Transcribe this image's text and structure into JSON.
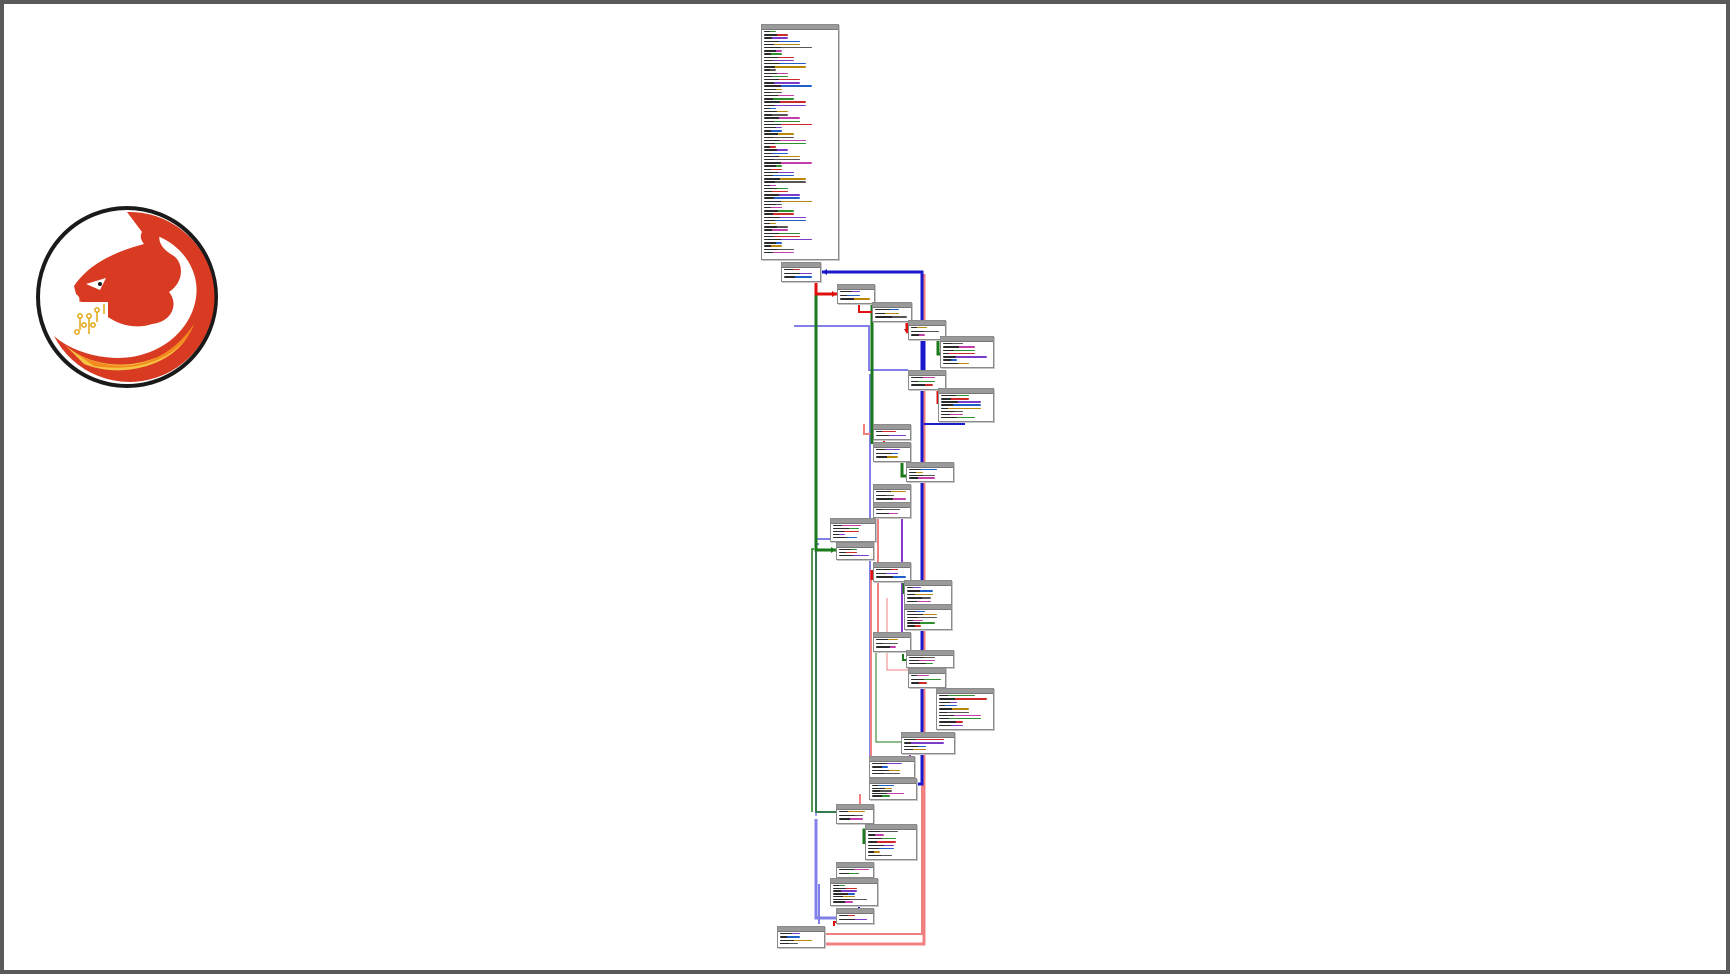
{
  "window": {
    "background": "#5a5a5a",
    "canvas_background": "#ffffff"
  },
  "logo": {
    "name": "cutter-dragon-logo",
    "colors": {
      "ring": "#1a1a1a",
      "red": "#d93a22",
      "orange": "#f28a1e",
      "yellow": "#f6c445",
      "circuit": "#e0a100"
    }
  },
  "graph": {
    "edge_colors": {
      "true_branch": "#1a7a1a",
      "false_branch": "#e01010",
      "unconditional": "#1a1acc",
      "back_edge_blue": "#8080e8",
      "back_edge_red": "#f08080",
      "purple": "#8a3acb"
    },
    "nodes": [
      {
        "id": "entry",
        "addr": "",
        "lines": 70,
        "kind": "entry"
      },
      {
        "id": "b1",
        "addr": "",
        "lines": 3
      },
      {
        "id": "b2",
        "addr": "",
        "lines": 3
      },
      {
        "id": "b3",
        "addr": "",
        "lines": 3
      },
      {
        "id": "b4",
        "addr": "",
        "lines": 3
      },
      {
        "id": "b5",
        "addr": "",
        "lines": 7
      },
      {
        "id": "b6",
        "addr": "",
        "lines": 3
      },
      {
        "id": "b7",
        "addr": "",
        "lines": 8
      },
      {
        "id": "b8",
        "addr": "",
        "lines": 2
      },
      {
        "id": "b9",
        "addr": "",
        "lines": 3
      },
      {
        "id": "b10",
        "addr": "",
        "lines": 4
      },
      {
        "id": "b11",
        "addr": "",
        "lines": 3
      },
      {
        "id": "b12",
        "addr": "",
        "lines": 2
      },
      {
        "id": "b13",
        "addr": "",
        "lines": 5
      },
      {
        "id": "b14",
        "addr": "",
        "lines": 3
      },
      {
        "id": "b15",
        "addr": "",
        "lines": 3
      },
      {
        "id": "b16",
        "addr": "",
        "lines": 5
      },
      {
        "id": "b17",
        "addr": "",
        "lines": 6
      },
      {
        "id": "b18",
        "addr": "",
        "lines": 3
      },
      {
        "id": "b19",
        "addr": "",
        "lines": 3
      },
      {
        "id": "b20",
        "addr": "",
        "lines": 3
      },
      {
        "id": "b21",
        "addr": "",
        "lines": 10
      },
      {
        "id": "b22",
        "addr": "",
        "lines": 4
      },
      {
        "id": "b23",
        "addr": "",
        "lines": 4
      },
      {
        "id": "b24",
        "addr": "",
        "lines": 5
      },
      {
        "id": "b25",
        "addr": "",
        "lines": 3
      },
      {
        "id": "b26",
        "addr": "",
        "lines": 8
      },
      {
        "id": "b27",
        "addr": "",
        "lines": 2
      },
      {
        "id": "b28",
        "addr": "",
        "lines": 7
      },
      {
        "id": "b29",
        "addr": "",
        "lines": 2
      },
      {
        "id": "exit",
        "addr": "",
        "lines": 4
      }
    ]
  }
}
